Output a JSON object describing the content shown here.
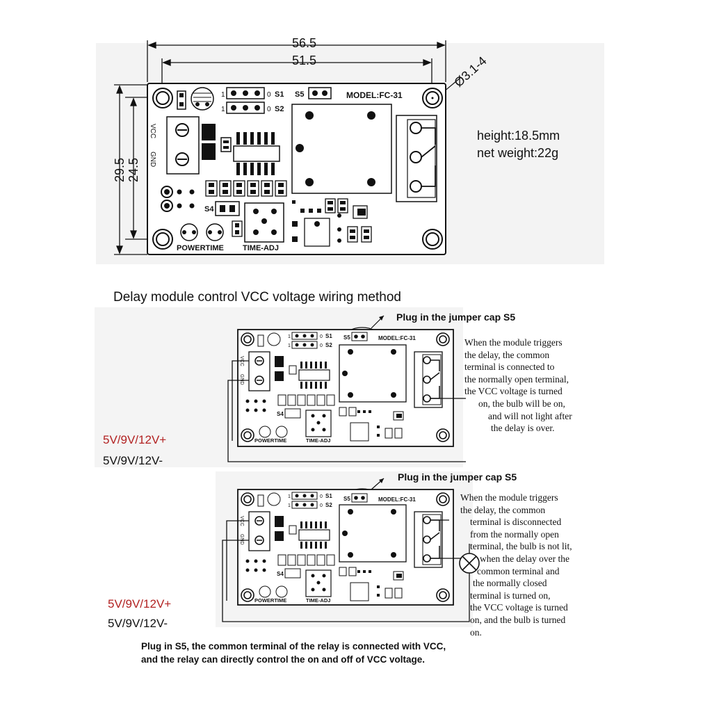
{
  "dimensions": {
    "overall_width": "56.5",
    "hole_spacing_width": "51.5",
    "overall_height": "29.5",
    "hole_spacing_height": "24.5",
    "hole_diameter": "Ø3.1-4"
  },
  "specs": {
    "height": "height:18.5mm",
    "weight": "net weight:22g"
  },
  "board_labels": {
    "model": "MODEL:FC-31",
    "s1": "S1",
    "s2": "S2",
    "s4": "S4",
    "s5": "S5",
    "vcc": "VCC",
    "gnd": "GND",
    "power_time": "POWERTIME",
    "time_adj": "TIME-ADJ",
    "pin_1": "1",
    "pin_0": "0"
  },
  "section_title": "Delay module control VCC voltage wiring method",
  "diagram1": {
    "callout": "Plug in the jumper cap S5",
    "wire_plus": "5V/9V/12V+",
    "wire_minus": "5V/9V/12V-",
    "description_lines": [
      "When the module triggers",
      "the delay, the common",
      "terminal is connected to",
      "the normally open terminal,",
      "the VCC voltage is turned",
      "on, the bulb will be on,",
      "and will not light after",
      "the delay is over."
    ]
  },
  "diagram2": {
    "callout": "Plug in the jumper cap S5",
    "wire_plus": "5V/9V/12V+",
    "wire_minus": "5V/9V/12V-",
    "description_lines": [
      "When the module triggers",
      "the delay, the common",
      "terminal is disconnected",
      "from the normally open",
      "terminal, the bulb is not lit,",
      "when the delay over the",
      "common terminal and",
      "the normally closed",
      "terminal is turned on,",
      "the VCC voltage is turned",
      "on, and the bulb is turned",
      "on."
    ]
  },
  "footer": {
    "line1": "Plug in S5, the common terminal of the relay is connected with VCC,",
    "line2": "and the relay can directly control the on and off of VCC voltage."
  },
  "colors": {
    "plus_wire_label": "#b22222",
    "ink": "#111111"
  }
}
